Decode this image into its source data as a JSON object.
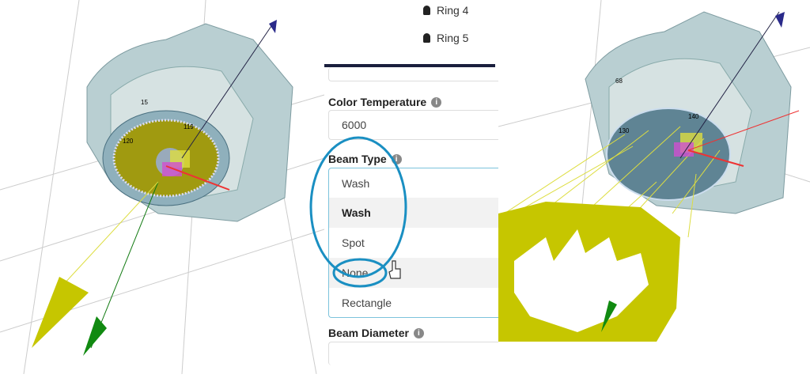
{
  "sidebar_list": {
    "items": [
      {
        "label": "Ring 4",
        "icon": "bulb-icon"
      },
      {
        "label": "Ring 5",
        "icon": "bulb-icon"
      }
    ]
  },
  "form": {
    "color_temperature": {
      "label": "Color Temperature",
      "value": "6000"
    },
    "beam_type": {
      "label": "Beam Type",
      "value": "Wash",
      "options": [
        "Wash",
        "Spot",
        "None",
        "Rectangle"
      ],
      "highlighted": "None"
    },
    "beam_diameter": {
      "label": "Beam Diameter"
    },
    "info_glyph": "i"
  },
  "viewport_left": {
    "labels": [
      "15",
      "119",
      "120"
    ]
  },
  "viewport_right": {
    "labels": [
      "68",
      "140",
      "130"
    ]
  },
  "colors": {
    "annotation": "#1a8fc2",
    "beam": "#c6c600",
    "accent": "#7cc3dc"
  }
}
